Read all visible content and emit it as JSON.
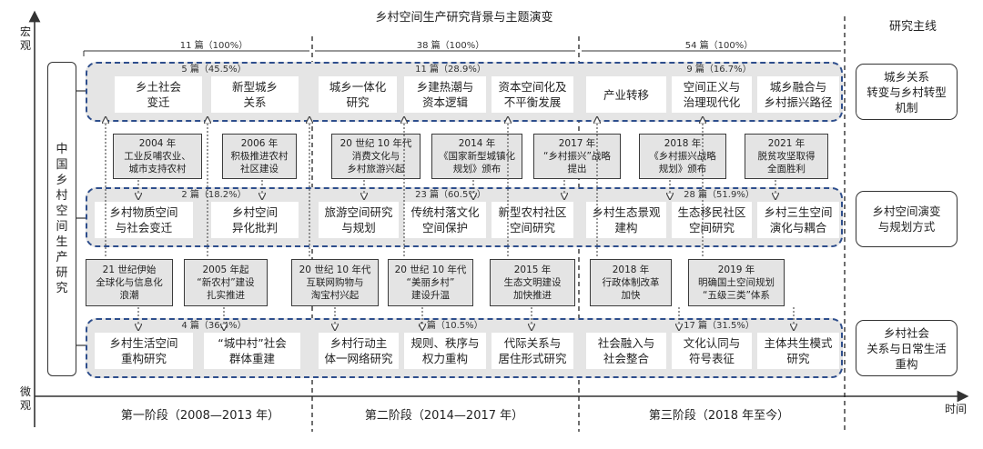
{
  "title": "乡村空间生产研究背景与主题演变",
  "research_mainline_header": "研究主线",
  "y_axis": {
    "top": "宏\n观",
    "bottom": "微\n观"
  },
  "x_axis_label": "时间",
  "left_label": "中\n国\n乡\n村\n空\n间\n生\n产\n研\n究",
  "phases": [
    {
      "label": "第一阶段（2008—2013 年）",
      "total": "11 篇（100%）"
    },
    {
      "label": "第二阶段（2014—2017 年）",
      "total": "38 篇（100%）"
    },
    {
      "label": "第三阶段（2018 年至今）",
      "total": "54 篇（100%）"
    }
  ],
  "band_counts": {
    "top": [
      "5 篇（45.5%）",
      "11 篇（28.9%）",
      "9 篇（16.7%）"
    ],
    "mid": [
      "2 篇（18.2%）",
      "23 篇（60.5%）",
      "28 篇（51.9%）"
    ],
    "bot": [
      "4 篇（36.4%）",
      "4 篇（10.5%）",
      "17 篇（31.5%）"
    ]
  },
  "topics": {
    "top": [
      "乡土社会\n变迁",
      "新型城乡\n关系",
      "城乡一体化\n研究",
      "乡建热潮与\n资本逻辑",
      "资本空间化及\n不平衡发展",
      "产业转移",
      "空间正义与\n治理现代化",
      "城乡融合与\n乡村振兴路径"
    ],
    "mid": [
      "乡村物质空间\n与社会变迁",
      "乡村空间\n异化批判",
      "旅游空间研究\n与规划",
      "传统村落文化\n空间保护",
      "新型农村社区\n空间研究",
      "乡村生态景观\n建构",
      "生态移民社区\n空间研究",
      "乡村三生空间\n演化与耦合"
    ],
    "bot": [
      "乡村生活空间\n重构研究",
      "“城中村”社会\n群体重建",
      "乡村行动主\n体一网络研究",
      "规则、秩序与\n权力重构",
      "代际关系与\n居住形式研究",
      "社会融入与\n社会整合",
      "文化认同与\n符号表征",
      "主体共生模式\n研究"
    ]
  },
  "events_upper": [
    "2004 年\n工业反哺农业、\n城市支持农村",
    "2006 年\n积极推进农村\n社区建设",
    "20 世纪 10 年代\n消费文化与\n乡村旅游兴起",
    "2014 年\n《国家新型城镇化\n规划》颁布",
    "2017 年\n“乡村振兴”战略\n提出",
    "2018 年\n《乡村振兴战略\n规划》颁布",
    "2021 年\n脱贫攻坚取得\n全面胜利"
  ],
  "events_lower": [
    "21 世纪伊始\n全球化与信息化\n浪潮",
    "2005 年起\n“新农村”建设\n扎实推进",
    "20 世纪 10 年代\n互联网购物与\n淘宝村兴起",
    "20 世纪 10 年代\n“美丽乡村”\n建设升温",
    "2015 年\n生态文明建设\n加快推进",
    "2018 年\n行政体制改革\n加快",
    "2019 年\n明确国土空间规划\n“五级三类”体系"
  ],
  "research_lines": [
    "城乡关系\n转变与乡村转型\n机制",
    "乡村空间演变\n与规划方式",
    "乡村社会\n关系与日常生活\n重构"
  ]
}
